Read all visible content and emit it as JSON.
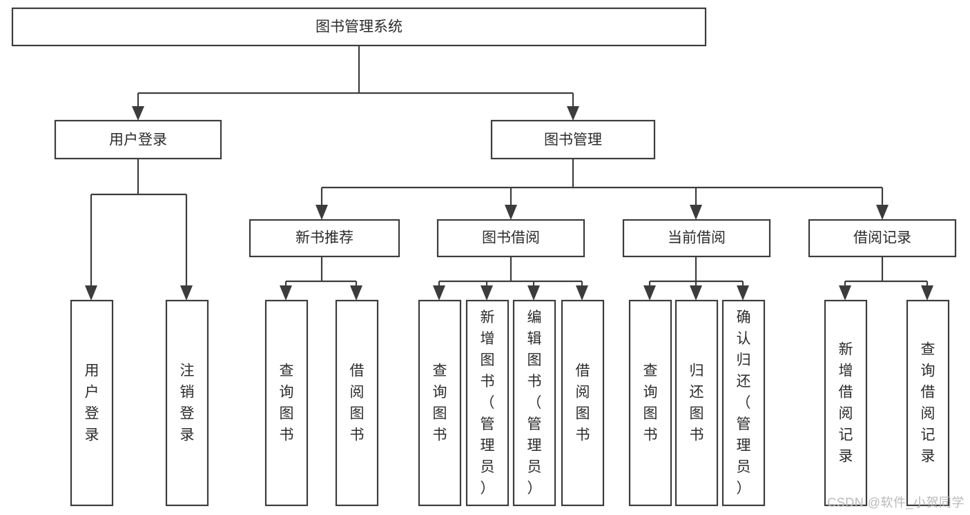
{
  "diagram": {
    "title": "图书管理系统",
    "watermark": "CSDN @软件_小贺同学",
    "style": {
      "line_color": "#3c3c3c",
      "box_fill": "#ffffff",
      "text_color": "#2b2b2b",
      "background": "#ffffff",
      "watermark_color": "#b9b9b9"
    },
    "levels": {
      "root": {
        "label": "图书管理系统"
      },
      "level2": [
        {
          "label": "用户登录"
        },
        {
          "label": "图书管理"
        }
      ],
      "level3": [
        {
          "label": "新书推荐"
        },
        {
          "label": "图书借阅"
        },
        {
          "label": "当前借阅"
        },
        {
          "label": "借阅记录"
        }
      ],
      "level4": [
        {
          "label": "用户登录",
          "parent": "用户登录"
        },
        {
          "label": "注销登录",
          "parent": "用户登录"
        },
        {
          "label": "查询图书",
          "parent": "新书推荐"
        },
        {
          "label": "借阅图书",
          "parent": "新书推荐"
        },
        {
          "label": "查询图书",
          "parent": "图书借阅"
        },
        {
          "label": "新增图书（管理员）",
          "parent": "图书借阅"
        },
        {
          "label": "编辑图书（管理员）",
          "parent": "图书借阅"
        },
        {
          "label": "借阅图书",
          "parent": "图书借阅"
        },
        {
          "label": "查询图书",
          "parent": "当前借阅"
        },
        {
          "label": "归还图书",
          "parent": "当前借阅"
        },
        {
          "label": "确认归还（管理员）",
          "parent": "当前借阅"
        },
        {
          "label": "新增借阅记录",
          "parent": "借阅记录"
        },
        {
          "label": "查询借阅记录",
          "parent": "借阅记录"
        }
      ]
    }
  },
  "chart_data": {
    "type": "diagram",
    "title": "图书管理系统",
    "tree": {
      "name": "图书管理系统",
      "children": [
        {
          "name": "用户登录",
          "children": [
            {
              "name": "用户登录"
            },
            {
              "name": "注销登录"
            }
          ]
        },
        {
          "name": "图书管理",
          "children": [
            {
              "name": "新书推荐",
              "children": [
                {
                  "name": "查询图书"
                },
                {
                  "name": "借阅图书"
                }
              ]
            },
            {
              "name": "图书借阅",
              "children": [
                {
                  "name": "查询图书"
                },
                {
                  "name": "新增图书（管理员）"
                },
                {
                  "name": "编辑图书（管理员）"
                },
                {
                  "name": "借阅图书"
                }
              ]
            },
            {
              "name": "当前借阅",
              "children": [
                {
                  "name": "查询图书"
                },
                {
                  "name": "归还图书"
                },
                {
                  "name": "确认归还（管理员）"
                }
              ]
            },
            {
              "name": "借阅记录",
              "children": [
                {
                  "name": "新增借阅记录"
                },
                {
                  "name": "查询借阅记录"
                }
              ]
            }
          ]
        }
      ]
    }
  }
}
